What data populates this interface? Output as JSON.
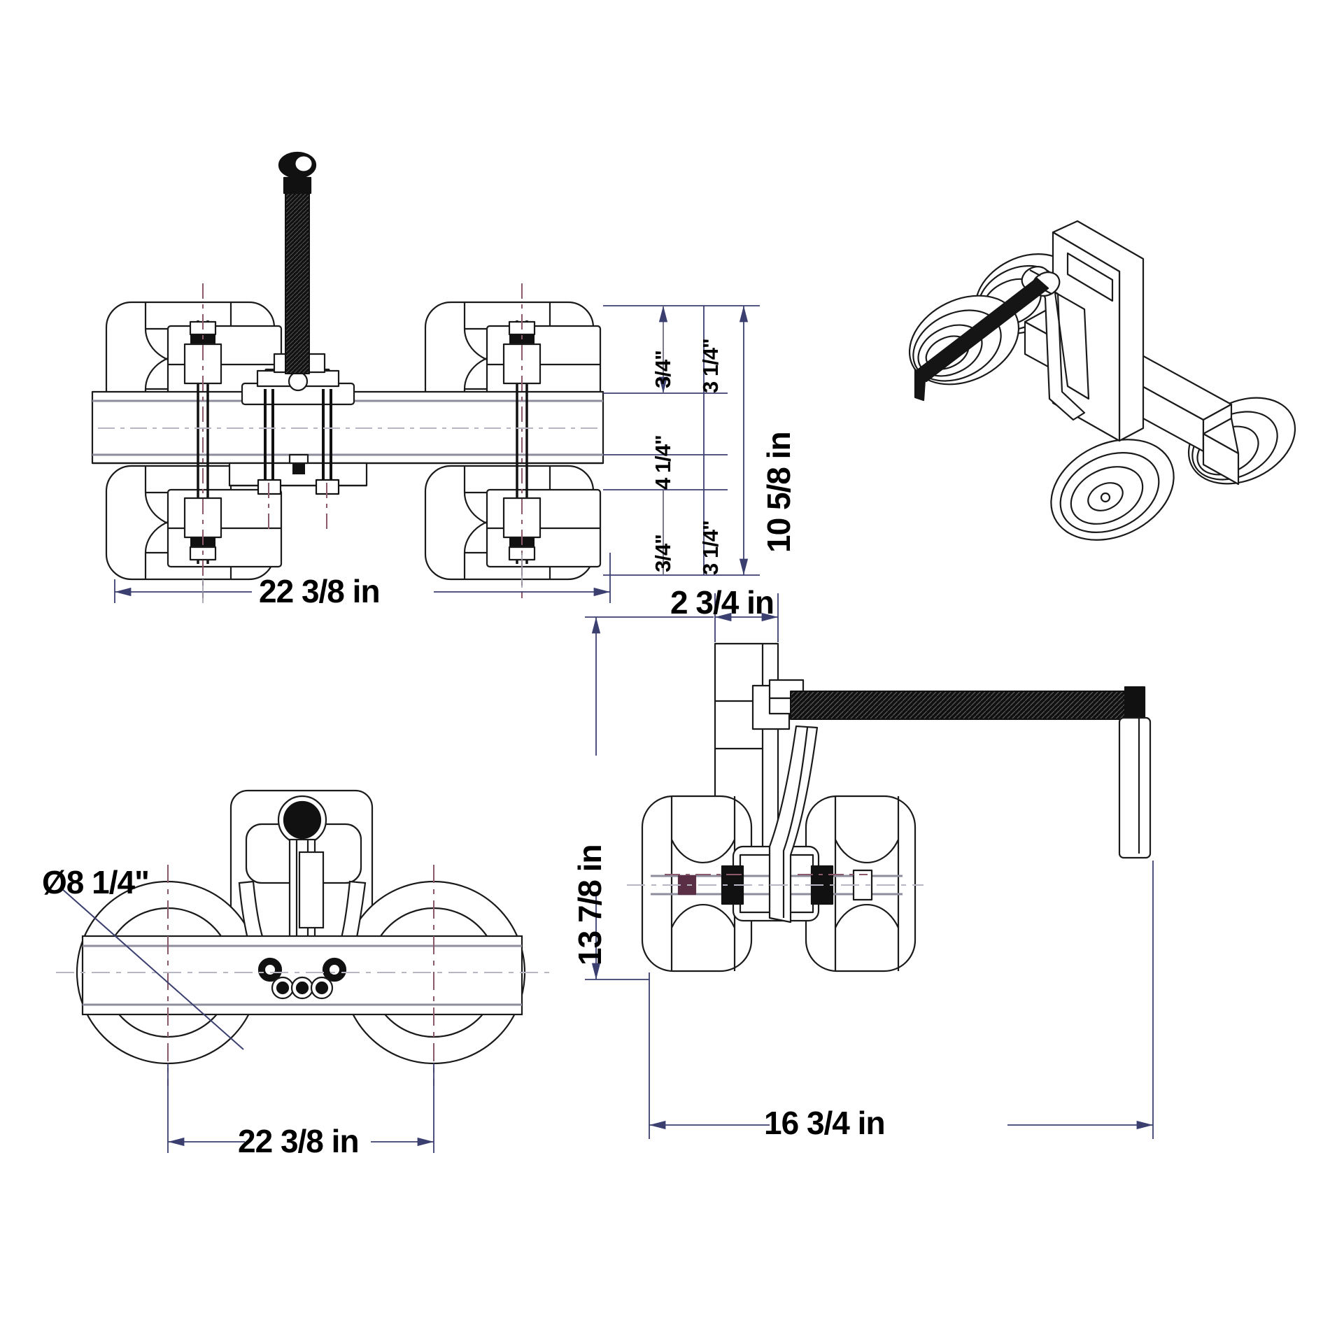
{
  "drawing": {
    "title": "Wheel Dolly / Caster Cart Assembly — Multi-view Technical Drawing",
    "units": "in",
    "line_colors": {
      "outline": "#1a1a1a",
      "dimension": "#3b3f70",
      "centerline": "#8a5a6a",
      "hidden": "#7a7a7a",
      "solid_fill": "#111111"
    }
  },
  "views": {
    "top_left": {
      "name": "front-elevation-view",
      "dimensions": {
        "overall_width": "22 3/8 in",
        "overall_height": "10 5/8 in",
        "top_gap": "3/4\"",
        "top_stack": "3 1/4\"",
        "middle": "4 1/4\"",
        "bottom_gap": "3/4\"",
        "bottom_stack": "3 1/4\""
      }
    },
    "top_right": {
      "name": "isometric-view",
      "label": ""
    },
    "bottom_left": {
      "name": "plan-view",
      "dimensions": {
        "wheel_diameter": "Ø8 1/4\"",
        "overall_width": "22 3/8 in"
      }
    },
    "bottom_right": {
      "name": "side-elevation-view",
      "dimensions": {
        "plate_width": "2 3/4 in",
        "overall_height": "13 7/8 in",
        "overall_length": "16 3/4 in"
      }
    }
  },
  "dimension_list": [
    {
      "id": "d1",
      "value": "22 3/8 in",
      "view": "front-elevation-view",
      "orientation": "horizontal"
    },
    {
      "id": "d2",
      "value": "10 5/8 in",
      "view": "front-elevation-view",
      "orientation": "vertical"
    },
    {
      "id": "d3",
      "value": "3/4\"",
      "view": "front-elevation-view",
      "orientation": "vertical"
    },
    {
      "id": "d4",
      "value": "3 1/4\"",
      "view": "front-elevation-view",
      "orientation": "vertical"
    },
    {
      "id": "d5",
      "value": "4 1/4\"",
      "view": "front-elevation-view",
      "orientation": "vertical"
    },
    {
      "id": "d6",
      "value": "3/4\"",
      "view": "front-elevation-view",
      "orientation": "vertical"
    },
    {
      "id": "d7",
      "value": "3 1/4\"",
      "view": "front-elevation-view",
      "orientation": "vertical"
    },
    {
      "id": "d8",
      "value": "Ø8 1/4\"",
      "view": "plan-view",
      "orientation": "leader"
    },
    {
      "id": "d9",
      "value": "22 3/8 in",
      "view": "plan-view",
      "orientation": "horizontal"
    },
    {
      "id": "d10",
      "value": "2 3/4 in",
      "view": "side-elevation-view",
      "orientation": "horizontal"
    },
    {
      "id": "d11",
      "value": "13 7/8 in",
      "view": "side-elevation-view",
      "orientation": "vertical"
    },
    {
      "id": "d12",
      "value": "16 3/4 in",
      "view": "side-elevation-view",
      "orientation": "horizontal"
    }
  ]
}
